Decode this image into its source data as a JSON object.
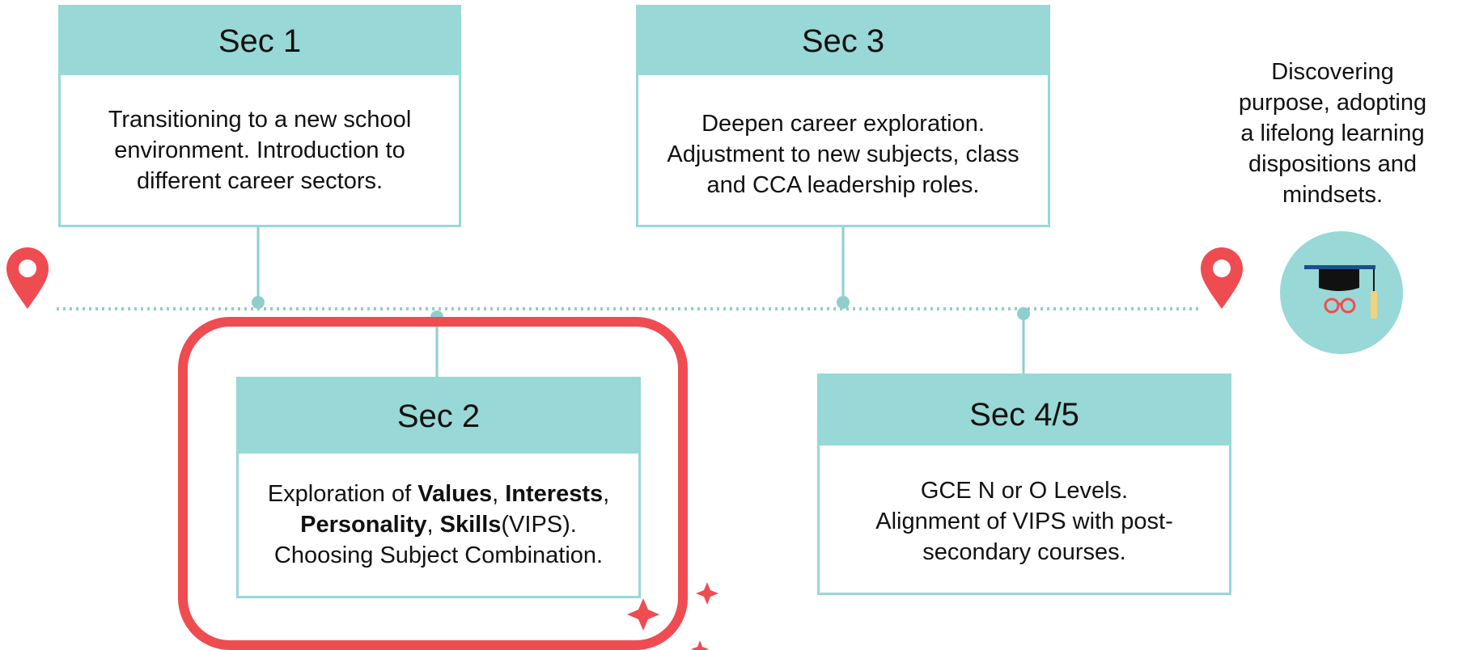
{
  "colors": {
    "teal": "#98d8d6",
    "teal_line": "#8ecfcc",
    "highlight_red": "#ef4c52",
    "text": "#111111"
  },
  "stages": [
    {
      "title": "Sec 1",
      "lines": [
        "Transitioning to a new school",
        "environment. Introduction to",
        "different career sectors."
      ]
    },
    {
      "title": "Sec 2",
      "lines": [
        "Exploration of |Values|, |Interests|,",
        "|Personality|, |Skills|(VIPS).",
        "Choosing Subject Combination."
      ]
    },
    {
      "title": "Sec 3",
      "lines": [
        "Deepen career exploration.",
        "Adjustment to new subjects, class",
        "and CCA leadership roles."
      ]
    },
    {
      "title": "Sec 4/5",
      "lines": [
        "GCE N or O Levels.",
        "Alignment of VIPS with post-",
        "secondary courses."
      ]
    }
  ],
  "sec2_parts": {
    "line1": {
      "a": "Exploration of ",
      "b1": "Values",
      "c": ", ",
      "b2": "Interests",
      "d": ","
    },
    "line2": {
      "b1": "Personality",
      "a": ", ",
      "b2": "Skills",
      "c": "(VIPS)."
    },
    "line3": "Choosing Subject Combination."
  },
  "end_note": [
    "Discovering",
    "purpose, adopting",
    "a lifelong learning",
    "dispositions and",
    "mindsets."
  ],
  "icons": {
    "start_pin": "location-pin-icon",
    "end_pin": "location-pin-icon",
    "graduate": "graduation-cap-glasses-icon",
    "sparkles": "sparkle-icon"
  }
}
